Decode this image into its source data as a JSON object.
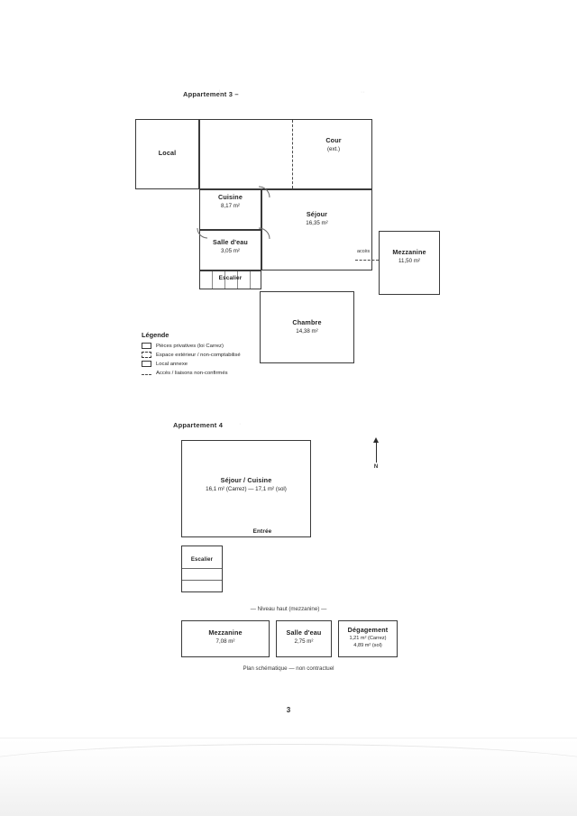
{
  "document": {
    "page_number": "3",
    "caption": "Plan schématique — non contractuel"
  },
  "plan_a": {
    "title": "Appartement 3 –",
    "rooms": [
      {
        "name": "Local",
        "area": ""
      },
      {
        "name": "Cour",
        "area": "(ext.)"
      },
      {
        "name": "Cuisine",
        "area": "8,17 m²"
      },
      {
        "name": "Salle d'eau",
        "area": "3,05 m²"
      },
      {
        "name": "Séjour",
        "area": "16,35 m²"
      },
      {
        "name": "Escalier",
        "area": ""
      },
      {
        "name": "Chambre",
        "area": "14,38 m²"
      },
      {
        "name": "Mezzanine",
        "area": "11,50 m²"
      }
    ],
    "access_label": "accès"
  },
  "legend": {
    "title": "Légende",
    "items": [
      {
        "key": "solid",
        "text": "Pièces privatives (loi Carrez)"
      },
      {
        "key": "dashed",
        "text": "Espace extérieur / non-comptabilisé"
      },
      {
        "key": "solid",
        "text": "Local annexe"
      },
      {
        "key": "line",
        "text": "Accès / liaisons non-confirmés"
      }
    ]
  },
  "plan_b": {
    "title": "Appartement 4",
    "main_room": {
      "name": "Séjour / Cuisine",
      "area": "16,1 m² (Carrez) — 17,1 m² (sol)"
    },
    "entry_label": "Entrée",
    "stair_label": "Escalier",
    "north_label": "N",
    "upper_level_title": "— Niveau haut (mezzanine) —",
    "upper_rooms": [
      {
        "name": "Mezzanine",
        "area": "7,08 m²",
        "area2": ""
      },
      {
        "name": "Salle d'eau",
        "area": "2,75 m²",
        "area2": ""
      },
      {
        "name": "Dégagement",
        "area": "1,21 m² (Carrez)",
        "area2": "4,89 m² (sol)"
      }
    ]
  },
  "colors": {
    "ink": "#3a3a3a",
    "paper": "#ffffff"
  }
}
